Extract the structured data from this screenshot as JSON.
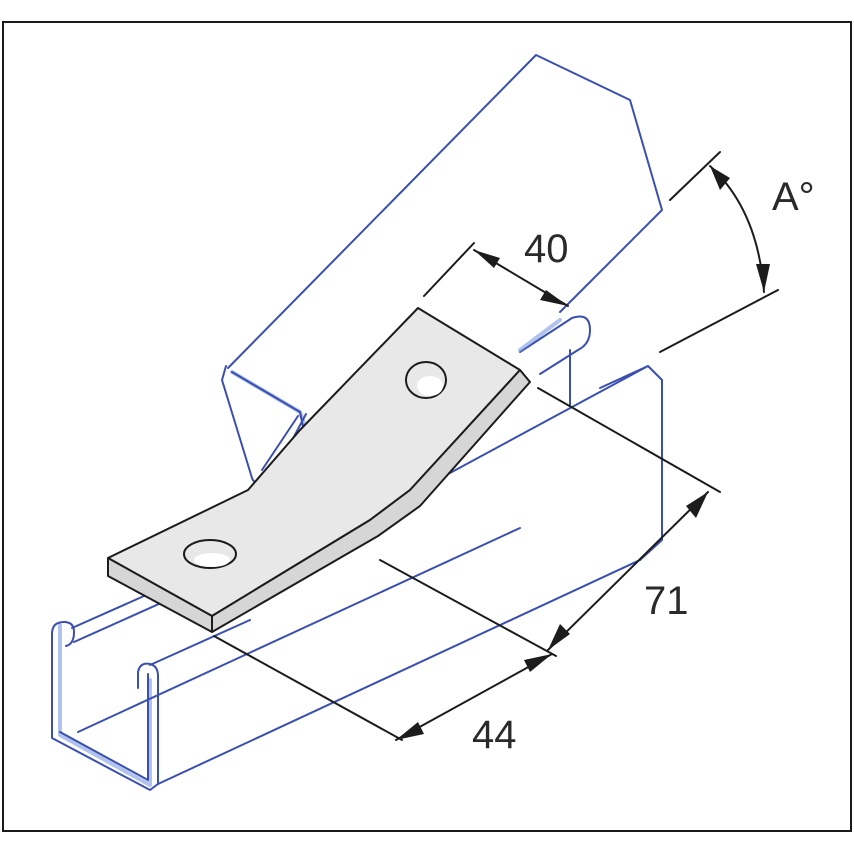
{
  "diagram": {
    "title": "Angled channel bracket with two holes",
    "colors": {
      "channel_outline": "#3a4fb0",
      "plate_fill": "#e8e8e8",
      "dimension_lines": "#1c1c1c",
      "frame_border": "#1a1a1a"
    },
    "dimensions": {
      "width_top": "40",
      "length_upper": "71",
      "length_lower": "44",
      "angle": "A°"
    },
    "components": [
      {
        "name": "upper-channel",
        "type": "strut channel (angled)"
      },
      {
        "name": "lower-channel",
        "type": "strut channel (horizontal)"
      },
      {
        "name": "bracket-plate",
        "type": "bent flat plate",
        "holes": 2
      }
    ]
  }
}
